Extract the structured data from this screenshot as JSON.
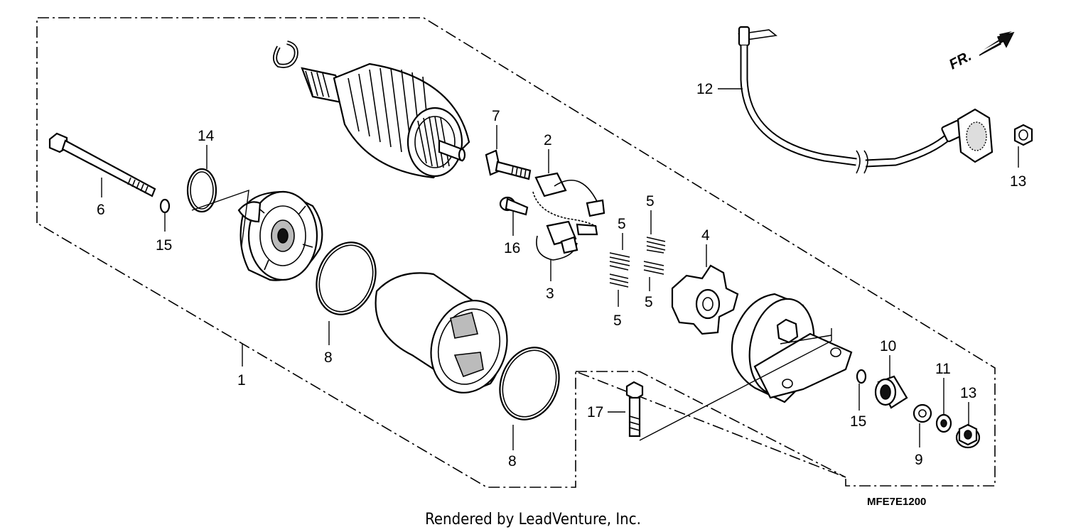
{
  "diagram": {
    "credit": "Rendered by LeadVenture, Inc.",
    "diagram_code": "MFE7E1200",
    "direction_label": "FR.",
    "callouts": [
      "1",
      "2",
      "3",
      "4",
      "5",
      "5",
      "5",
      "5",
      "6",
      "7",
      "8",
      "8",
      "9",
      "10",
      "11",
      "12",
      "13",
      "13",
      "14",
      "15",
      "15",
      "16",
      "17"
    ]
  }
}
